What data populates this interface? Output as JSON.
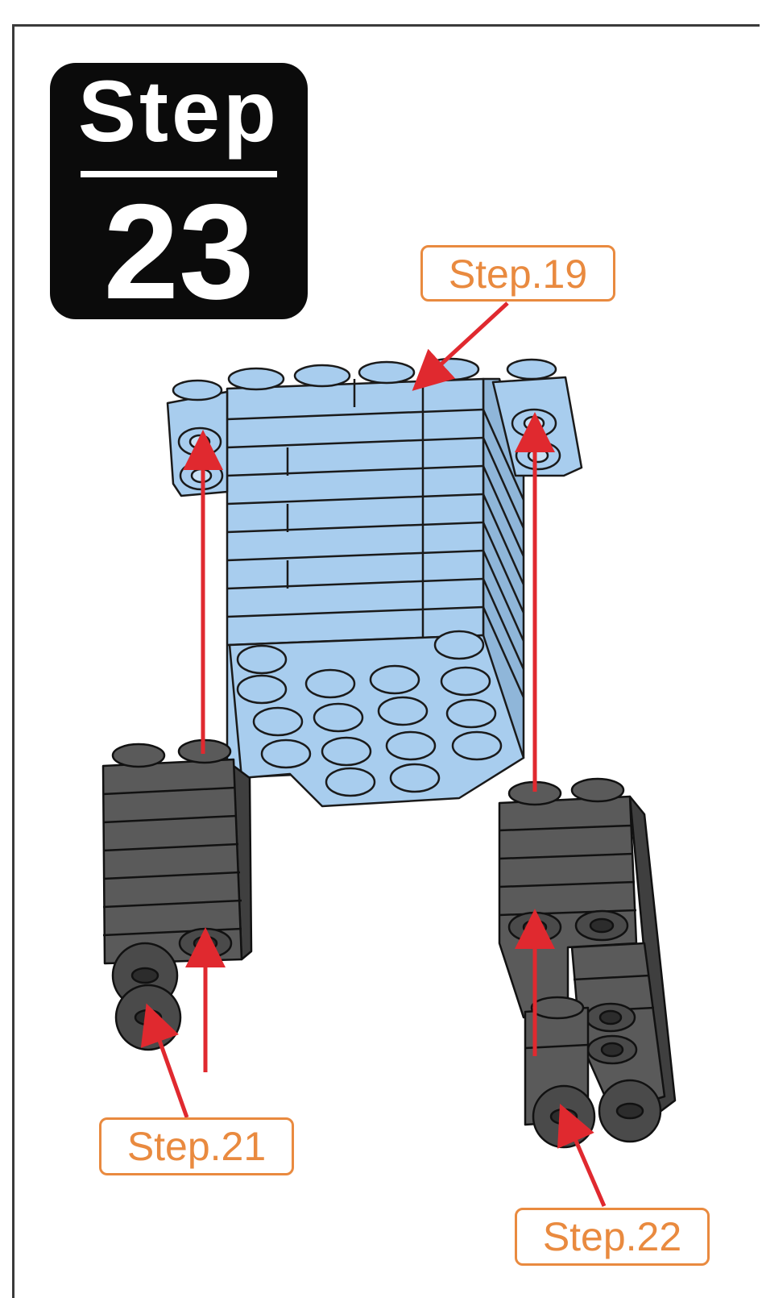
{
  "step": {
    "word": "Step",
    "number": "23"
  },
  "callouts": {
    "step19": "Step.19",
    "step21": "Step.21",
    "step22": "Step.22"
  },
  "colors": {
    "light_brick": "#a8cdee",
    "dark_brick": "#5a5a5a",
    "arrow": "#e0292f",
    "callout": "#e98a3f",
    "outline": "#1a1a1a"
  }
}
